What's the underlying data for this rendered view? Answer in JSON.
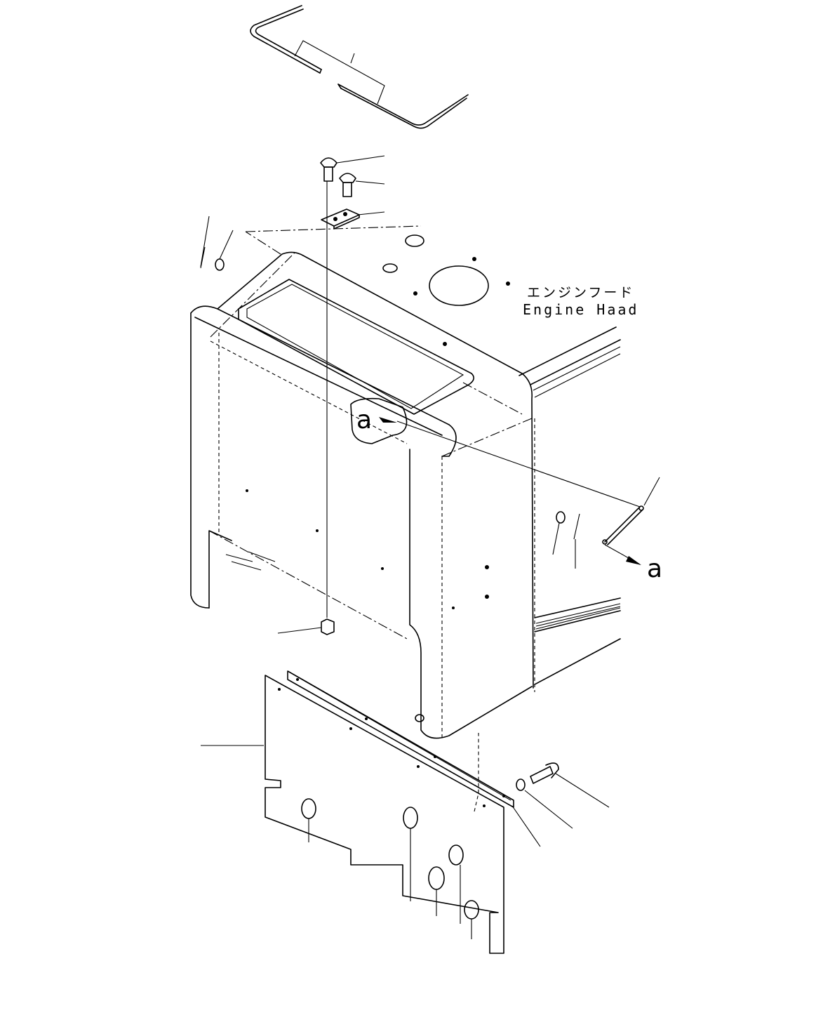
{
  "labels": {
    "engine_hood_jp": "エンジンフード",
    "engine_hood_en": "Engine Haad"
  },
  "view_marks": {
    "detail": "a",
    "direction": "a"
  },
  "icons": [
    "seal-strip",
    "bolt",
    "bolt",
    "bracket",
    "washer",
    "nut",
    "cover-plate",
    "stay-rod"
  ]
}
